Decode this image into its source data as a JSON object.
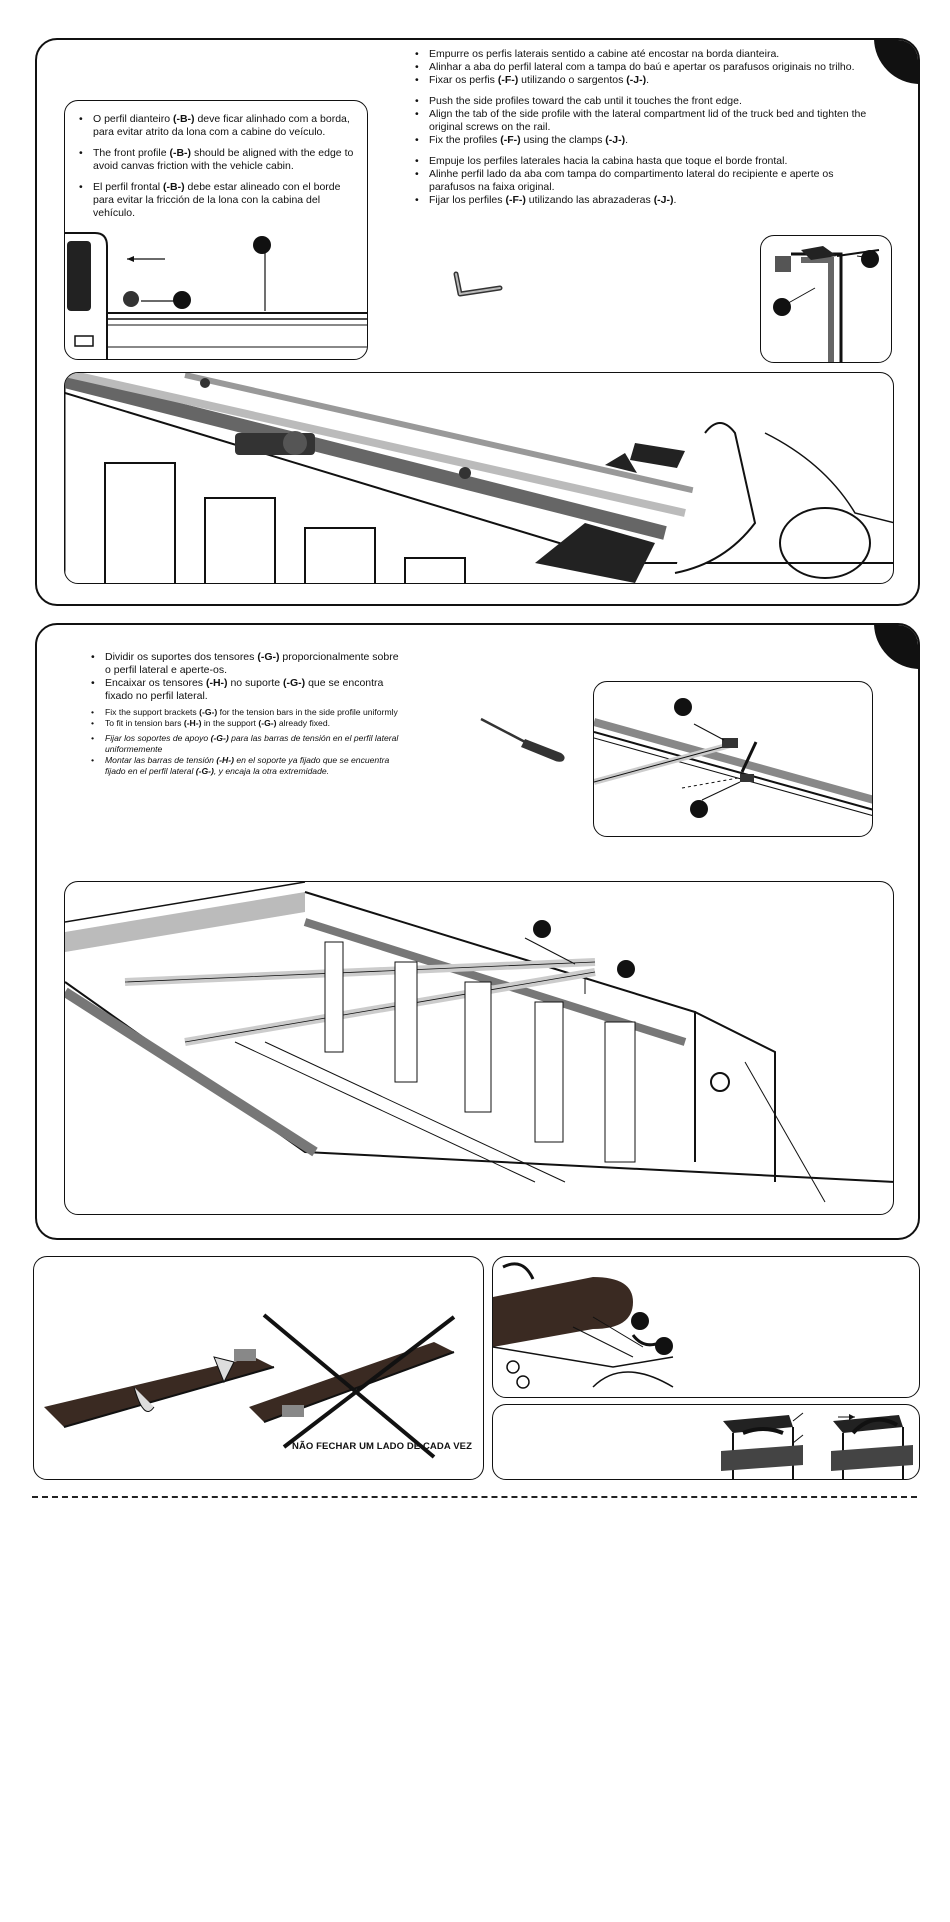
{
  "step1": {
    "left_box": [
      {
        "pt": "O perfil dianteiro ",
        "b": "(-B-)",
        "rest": " deve ficar alinhado com a borda, para evitar atrito da lona com a cabine do veículo."
      },
      {
        "pt": "The front profile ",
        "b": "(-B-)",
        "rest": " should be aligned with the edge to avoid canvas friction with the vehicle cabin."
      },
      {
        "pt": "El perfil frontal ",
        "b": "(-B-)",
        "rest": " debe estar alineado con el borde para evitar la fricción de la lona con la cabina del vehículo."
      }
    ],
    "pt": [
      "Empurre os perfis laterais sentido a cabine até encostar na borda dianteira.",
      "Alinhar a aba do perfil lateral com a tampa do baú e apertar os parafusos originais no trilho."
    ],
    "pt3": {
      "a": "Fixar os perfis ",
      "b1": "(-F-)",
      "c": " utilizando o  sargentos ",
      "b2": "(-J-)",
      "d": "."
    },
    "en": [
      "Push the side profiles toward the cab until it touches the front edge.",
      "Align the tab of the side profile with the lateral compartment lid of the truck bed and tighten the original screws on the rail."
    ],
    "en3": {
      "a": "Fix the profiles ",
      "b1": "(-F-)",
      "c": " using the clamps ",
      "b2": "(-J-)",
      "d": "."
    },
    "es": [
      "Empuje los perfiles laterales hacia la cabina hasta que toque el borde frontal.",
      "Alinhe perfil lado da aba com tampa do compartimento lateral do recipiente e aperte os parafusos na faixa original."
    ],
    "es3": {
      "a": "Fijar los perfiles ",
      "b1": "(-F-)",
      "c": " utilizando las abrazaderas ",
      "b2": "(-J-)",
      "d": "."
    }
  },
  "step2": {
    "pt1": {
      "a": "Dividir os suportes dos tensores ",
      "b": "(-G-)",
      "c": " proporcionalmente sobre o perfil lateral e aperte-os."
    },
    "pt2": {
      "a": "Encaixar os tensores ",
      "b1": "(-H-)",
      "c": " no suporte ",
      "b2": "(-G-)",
      "d": " que se encontra fixado no perfil lateral."
    },
    "en1": {
      "a": "Fix the support brackets ",
      "b": "(-G-)",
      "c": " for the tension bars in the side profile uniformly"
    },
    "en2": {
      "a": "To fit in tension bars ",
      "b1": "(-H-)",
      "c": " in the support ",
      "b2": "(-G-)",
      "d": " already fixed."
    },
    "es1": {
      "a": "Fijar los soportes de apoyo ",
      "b": "(-G-)",
      "c": " para las barras de tensión en el perfil lateral uniformemente"
    },
    "es2": {
      "a": "Montar las barras de tensión ",
      "b1": "(-H-)",
      "c": " en el soporte ya fijado que se encuentra fijado en el perfil lateral ",
      "b2": "(-G-)",
      "d": ", y encaja  la otra extremidade."
    }
  },
  "step3": {
    "warning": "NÃO FECHAR UM LADO DE CADA VEZ"
  },
  "colors": {
    "ink": "#111111",
    "paper": "#ffffff",
    "cover": "#3a2a22"
  }
}
